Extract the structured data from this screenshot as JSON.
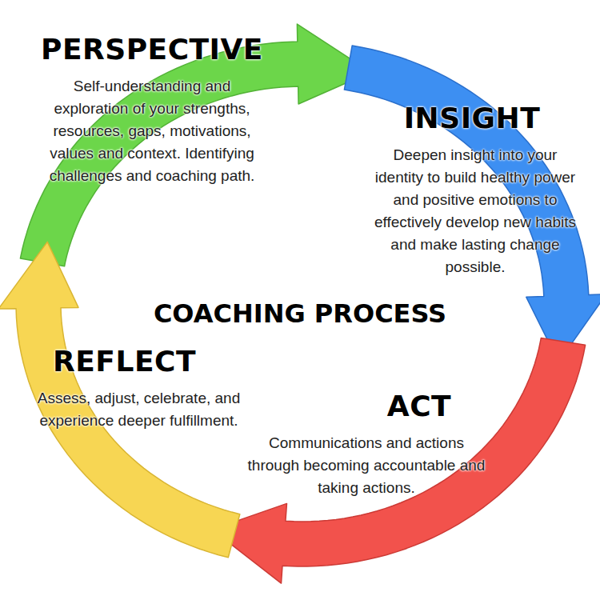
{
  "diagram": {
    "title": "COACHING PROCESS",
    "nodes": [
      {
        "text": [
          "PERSPECTIVE",
          "Self-understanding and exploration of your strengths, resources, gaps, motivations, values and context. Identifying challenges and coaching path."
        ]
      },
      {
        "text": [
          "INSIGHT",
          "Deepen insight into your identity to build healthy power and positive emotions to effectively develop new habits and make lasting change possible."
        ]
      },
      {
        "text": [
          "ACT",
          "Communications and actions through becoming accountable and taking actions."
        ]
      },
      {
        "text": [
          "REFLECT",
          "Assess, adjust, celebrate, and experience deeper fulfillment."
        ]
      }
    ],
    "edges": [
      {
        "from": 0,
        "to": 1,
        "arrow": "to"
      },
      {
        "from": 1,
        "to": 2,
        "arrow": "to"
      },
      {
        "from": 2,
        "to": 3,
        "arrow": "to"
      },
      {
        "from": 3,
        "to": 0,
        "arrow": "to"
      }
    ]
  }
}
